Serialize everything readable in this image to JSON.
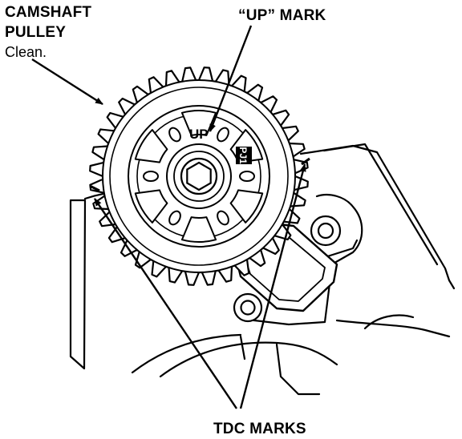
{
  "labels": {
    "camshaft_line1": "CAMSHAFT",
    "camshaft_line2": "PULLEY",
    "camshaft_note": "Clean.",
    "up_mark": "“UP” MARK",
    "tdc_marks": "TDC MARKS"
  },
  "pulley_text": {
    "up": "UP",
    "side_mark": "PJ1"
  },
  "colors": {
    "ink": "#000000",
    "paper": "#ffffff"
  }
}
